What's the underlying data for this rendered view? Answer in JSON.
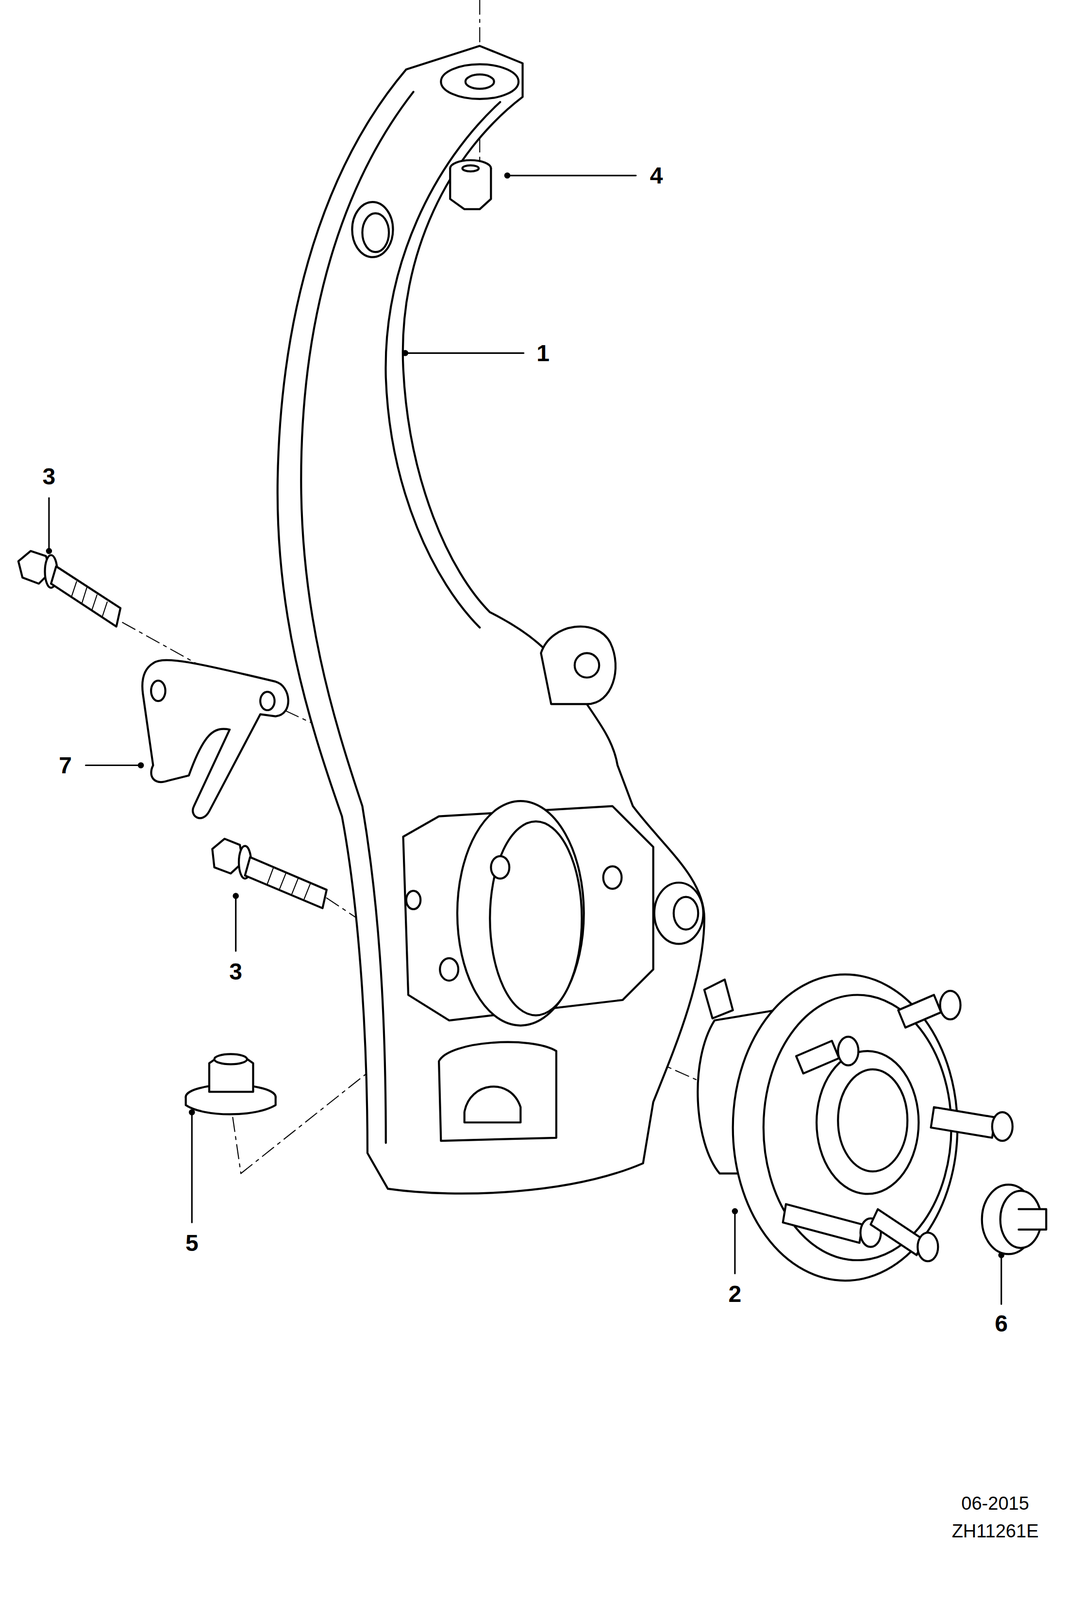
{
  "diagram": {
    "labels": [
      "4",
      "1",
      "3",
      "7",
      "3",
      "5",
      "2",
      "6",
      "06-2015",
      "ZH11261E"
    ]
  }
}
